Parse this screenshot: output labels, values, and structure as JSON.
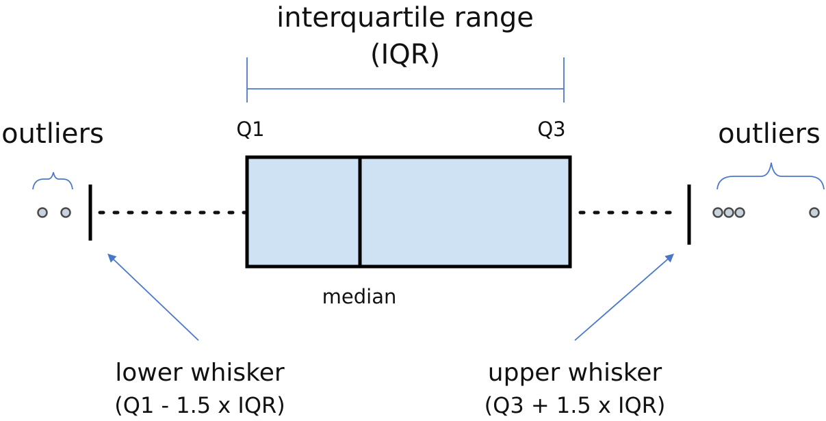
{
  "labels": {
    "iqr_title": "interquartile range",
    "iqr_abbrev": "(IQR)",
    "q1": "Q1",
    "q3": "Q3",
    "outliers_left": "outliers",
    "outliers_right": "outliers",
    "median": "median",
    "lower_whisker": "lower whisker",
    "lower_whisker_formula": "(Q1 - 1.5 x IQR)",
    "upper_whisker": "upper whisker",
    "upper_whisker_formula": "(Q3 + 1.5 x IQR)"
  },
  "colors": {
    "box_fill": "#cfe2f3",
    "box_stroke": "#000000",
    "accent_blue": "#4a78c8",
    "outlier_fill": "#c8d3de",
    "outlier_stroke": "#4a4a4a",
    "text": "#111111"
  }
}
